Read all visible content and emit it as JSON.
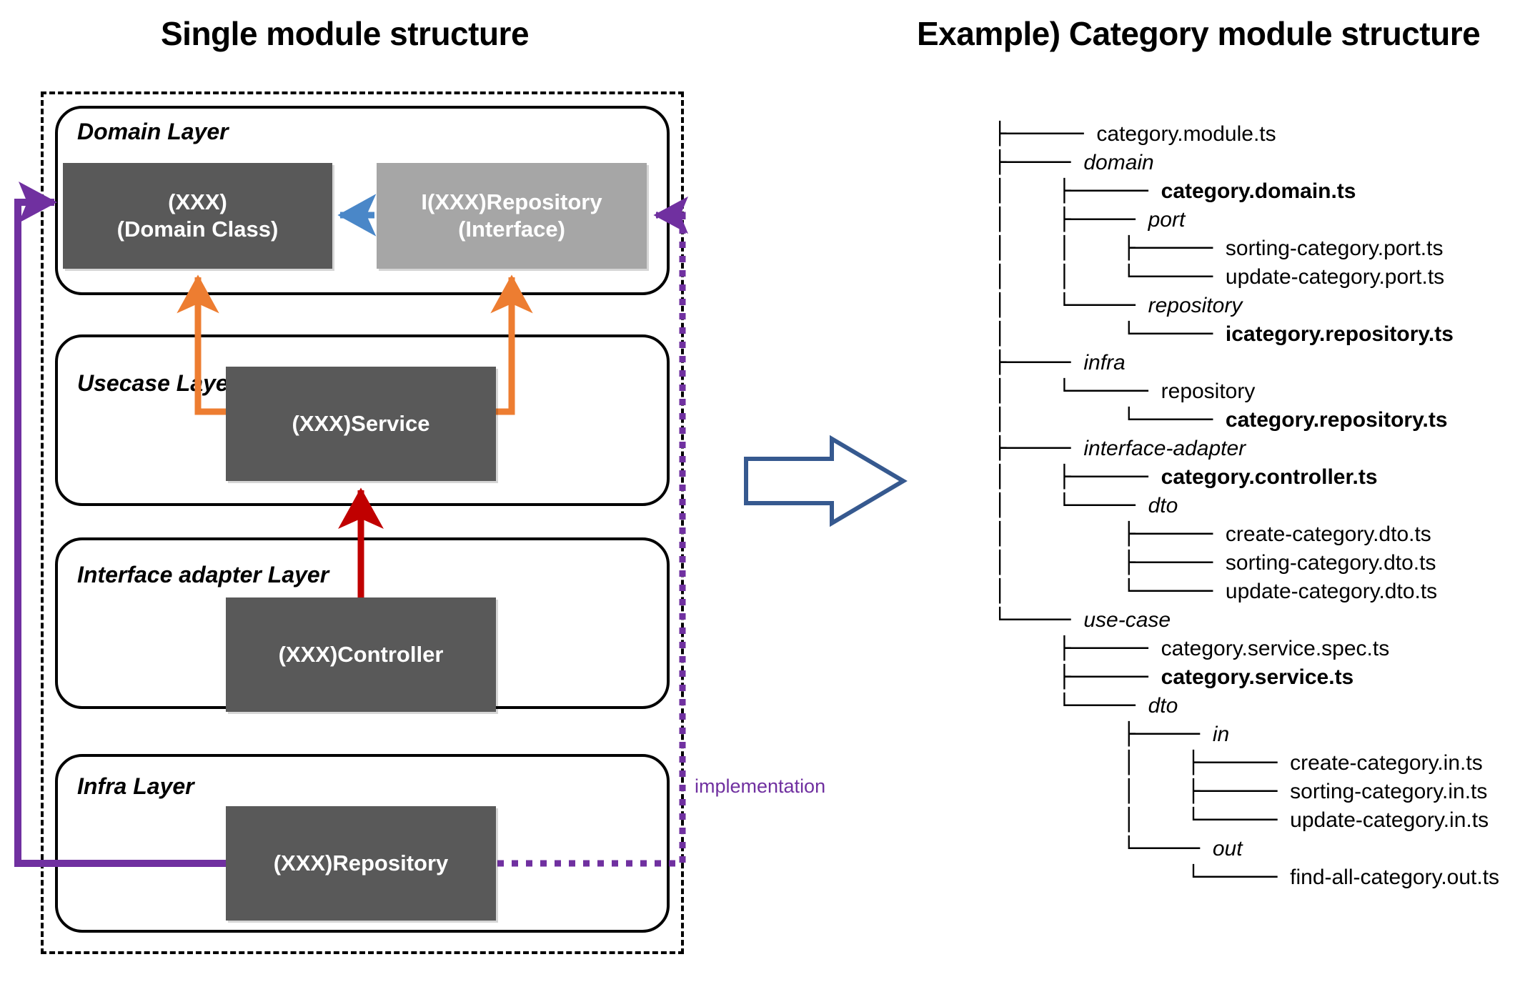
{
  "titles": {
    "left": "Single module structure",
    "right": "Example) Category module structure"
  },
  "colors": {
    "node_dark": "#595959",
    "node_light": "#a6a6a6",
    "arrow_blue": "#4a87c8",
    "arrow_orange": "#ed7d31",
    "arrow_red": "#c00000",
    "arrow_purple": "#7030a0",
    "block_arrow_outline": "#36598f"
  },
  "left_diagram": {
    "layers": [
      {
        "label": "Domain Layer"
      },
      {
        "label": "Usecase Layer"
      },
      {
        "label": "Interface adapter Layer"
      },
      {
        "label": "Infra Layer"
      }
    ],
    "nodes": {
      "domain_class": "(XXX)\n(Domain Class)",
      "irepository": "I(XXX)Repository\n(Interface)",
      "service": "(XXX)Service",
      "controller": "(XXX)Controller",
      "repository": "(XXX)Repository"
    },
    "annotation": {
      "implementation": "implementation"
    }
  },
  "tree": {
    "rows": [
      {
        "glyph": "├────── ",
        "indent": 0,
        "name": "category.module.ts",
        "style": "plain"
      },
      {
        "glyph": "├───── ",
        "indent": 0,
        "name": "domain",
        "style": "italic"
      },
      {
        "glyph": "│    ├────── ",
        "indent": 0,
        "name": "category.domain.ts",
        "style": "bold"
      },
      {
        "glyph": "│    ├───── ",
        "indent": 0,
        "name": "port",
        "style": "italic"
      },
      {
        "glyph": "│    │    ├────── ",
        "indent": 0,
        "name": "sorting-category.port.ts",
        "style": "plain"
      },
      {
        "glyph": "│    │    └────── ",
        "indent": 0,
        "name": "update-category.port.ts",
        "style": "plain"
      },
      {
        "glyph": "│    └───── ",
        "indent": 0,
        "name": "repository",
        "style": "italic"
      },
      {
        "glyph": "│         └────── ",
        "indent": 0,
        "name": "icategory.repository.ts",
        "style": "bold"
      },
      {
        "glyph": "├───── ",
        "indent": 0,
        "name": "infra",
        "style": "italic"
      },
      {
        "glyph": "│    └────── ",
        "indent": 0,
        "name": "repository",
        "style": "plain"
      },
      {
        "glyph": "│         └────── ",
        "indent": 0,
        "name": "category.repository.ts",
        "style": "bold"
      },
      {
        "glyph": "├───── ",
        "indent": 0,
        "name": "interface-adapter",
        "style": "italic"
      },
      {
        "glyph": "│    ├────── ",
        "indent": 0,
        "name": "category.controller.ts",
        "style": "bold"
      },
      {
        "glyph": "│    └───── ",
        "indent": 0,
        "name": "dto",
        "style": "italic"
      },
      {
        "glyph": "│         ├────── ",
        "indent": 0,
        "name": "create-category.dto.ts",
        "style": "plain"
      },
      {
        "glyph": "│         ├────── ",
        "indent": 0,
        "name": "sorting-category.dto.ts",
        "style": "plain"
      },
      {
        "glyph": "│         └────── ",
        "indent": 0,
        "name": "update-category.dto.ts",
        "style": "plain"
      },
      {
        "glyph": "└───── ",
        "indent": 0,
        "name": "use-case",
        "style": "italic"
      },
      {
        "glyph": "     ├────── ",
        "indent": 0,
        "name": "category.service.spec.ts",
        "style": "plain"
      },
      {
        "glyph": "     ├────── ",
        "indent": 0,
        "name": "category.service.ts",
        "style": "bold"
      },
      {
        "glyph": "     └───── ",
        "indent": 0,
        "name": "dto",
        "style": "italic"
      },
      {
        "glyph": "          ├───── ",
        "indent": 0,
        "name": "in",
        "style": "italic"
      },
      {
        "glyph": "          │    ├────── ",
        "indent": 0,
        "name": "create-category.in.ts",
        "style": "plain"
      },
      {
        "glyph": "          │    ├────── ",
        "indent": 0,
        "name": "sorting-category.in.ts",
        "style": "plain"
      },
      {
        "glyph": "          │    └────── ",
        "indent": 0,
        "name": "update-category.in.ts",
        "style": "plain"
      },
      {
        "glyph": "          └───── ",
        "indent": 0,
        "name": "out",
        "style": "italic"
      },
      {
        "glyph": "               └────── ",
        "indent": 0,
        "name": "find-all-category.out.ts",
        "style": "plain"
      }
    ]
  }
}
